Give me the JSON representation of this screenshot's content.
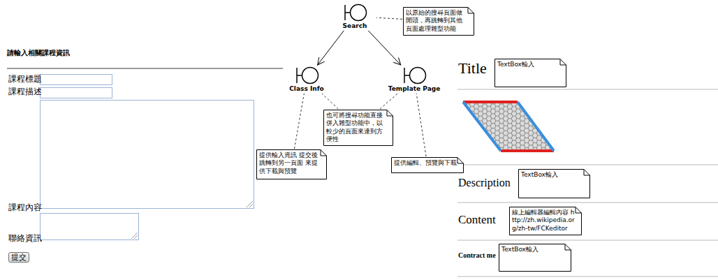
{
  "diagram": {
    "nodes": [
      {
        "text": [
          "Search"
        ]
      },
      {
        "text": [
          "以原始的搜尋頁面做開頭，再跳轉到其他頁面處理雜型功能"
        ]
      },
      {
        "text": [
          "Class Info"
        ]
      },
      {
        "text": [
          "Template Page"
        ]
      },
      {
        "text": [
          "也可將搜尋功能直接併入雜型功能中，以較少的頁面來達到方便性"
        ]
      },
      {
        "text": [
          "提供輸入資訊 提交後 跳轉到另一頁面 來提供下載與預覽"
        ]
      },
      {
        "text": [
          "提供編輯、預覽與下載"
        ]
      },
      {
        "text": [
          "TextBox輸入"
        ]
      },
      {
        "text": [
          "TextBox輸入"
        ]
      },
      {
        "text": [
          "線上編輯器編輯內容 http://zh.wikipedia.org/zh-tw/FCKeditor"
        ]
      },
      {
        "text": [
          "TextBox輸入"
        ]
      },
      {
        "text": [
          "提交"
        ]
      }
    ],
    "edges": [
      {
        "from": 0,
        "to": 2,
        "arrow": "to"
      },
      {
        "from": 0,
        "to": 3,
        "arrow": "to"
      },
      {
        "from": 1,
        "to": 0,
        "arrow": "none"
      },
      {
        "from": 4,
        "to": 2,
        "arrow": "none"
      },
      {
        "from": 4,
        "to": 3,
        "arrow": "none"
      },
      {
        "from": 5,
        "to": 2,
        "arrow": "none"
      },
      {
        "from": 6,
        "to": 3,
        "arrow": "none"
      }
    ],
    "labels": [
      "請輸入相關課程資訊",
      "課程標題",
      "課程描述",
      "課程內容",
      "聯絡資訊",
      "Title",
      "Description",
      "Content",
      "Contract me"
    ]
  }
}
